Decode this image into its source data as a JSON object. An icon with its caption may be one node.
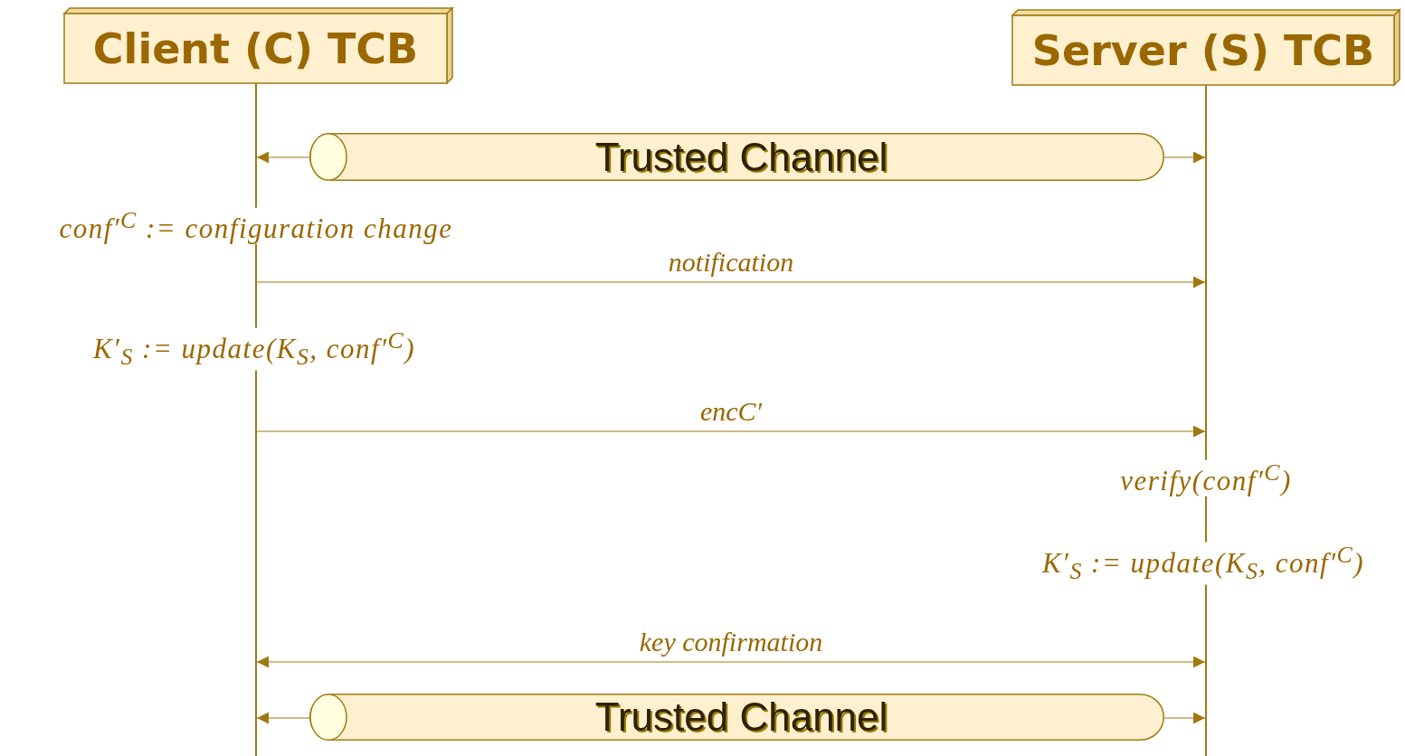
{
  "diagram": {
    "nodes": [
      {
        "text": [
          "Client (C) TCB"
        ]
      },
      {
        "text": [
          "Server (S) TCB"
        ]
      },
      {
        "text": [],
        "shape": "line"
      },
      {
        "text": [],
        "shape": "line"
      },
      {
        "text": [
          "Trusted Channel"
        ]
      },
      {
        "text": [
          "Trusted Channel"
        ]
      }
    ],
    "edges": [
      {
        "from": 4,
        "to": 2,
        "arrow": "to"
      },
      {
        "from": 4,
        "to": 3,
        "arrow": "to"
      },
      {
        "from": 2,
        "to": 3,
        "arrow": "to",
        "label": "notification"
      },
      {
        "from": 2,
        "to": 3,
        "arrow": "to",
        "label": "encC′"
      },
      {
        "from": 2,
        "to": 3,
        "arrow": "both",
        "label": "key confirmation"
      },
      {
        "from": 5,
        "to": 2,
        "arrow": "to"
      },
      {
        "from": 5,
        "to": 3,
        "arrow": "to"
      }
    ],
    "labels": [
      "conf′$^{C}$ := configuration change",
      "K′$_{S}$ := update(K$_{S}$, conf′$^{C}$)",
      "verify(conf′$^{C}$)",
      "K′$_{S}$ := update(K$_{S}$, conf′$^{C}$)"
    ]
  }
}
